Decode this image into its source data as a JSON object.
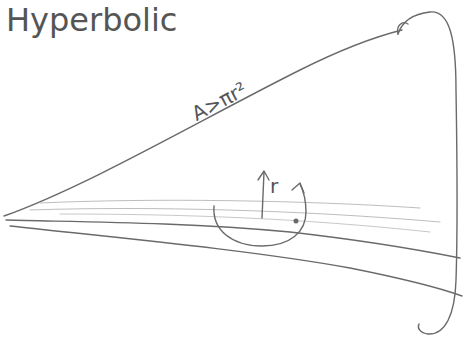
{
  "diagram": {
    "title": "Hyperbolic",
    "labels": [
      "A>πr²",
      "r"
    ]
  }
}
